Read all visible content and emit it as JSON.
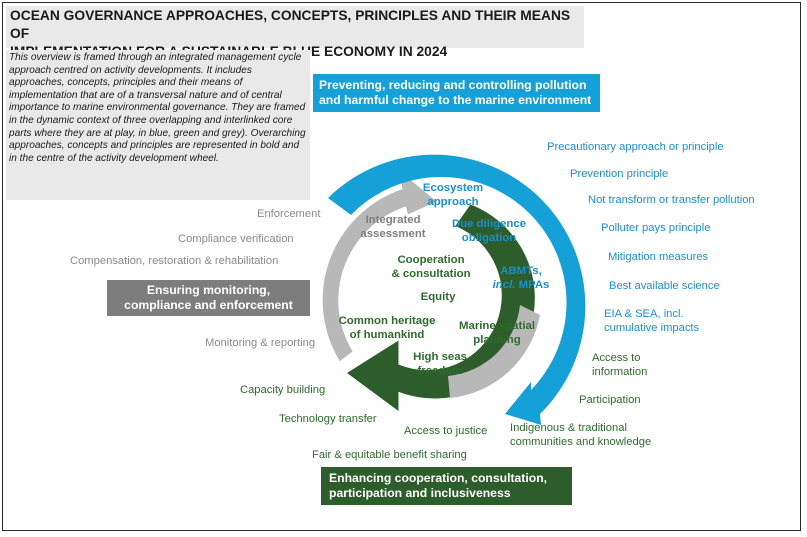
{
  "title": {
    "line1": "OCEAN GOVERNANCE APPROACHES, CONCEPTS, PRINCIPLES AND THEIR MEANS OF",
    "line2": "IMPLEMENTATION FOR A SUSTAINABLE BLUE ECONOMY IN 2024"
  },
  "intro": "This overview is framed through an integrated management cycle approach centred on activity developments. It includes approaches, concepts, principles and their means of implementation that are of a transversal nature and of central importance to marine environmental governance. They are framed in the dynamic context of three overlapping and interlinked core parts where they are at play, in blue, green and grey). Overarching approaches, concepts and principles are represented in bold and in the centre of the activity development wheel.",
  "banners": {
    "blue": "Preventing, reducing and controlling pollution and harmful change to the marine environment",
    "grey": "Ensuring monitoring, compliance and enforcement",
    "green": "Enhancing cooperation, consultation, participation and inclusiveness"
  },
  "colors": {
    "blue": "#16a0d8",
    "grey": "#b3b3b3",
    "green": "#2d5d2a"
  },
  "blue_items": [
    "Precautionary approach or principle",
    "Prevention principle",
    "Not transform or transfer pollution",
    "Polluter pays principle",
    "Mitigation measures",
    "Best available science",
    "EIA & SEA, incl.",
    "cumulative impacts",
    "Access to",
    "information",
    "Participation"
  ],
  "green_items": [
    "Indigenous & traditional",
    "communities and knowledge",
    "Access to justice",
    "Fair & equitable benefit sharing",
    "Technology transfer",
    "Capacity building"
  ],
  "grey_items": [
    "Enforcement",
    "Compliance verification",
    "Compensation, restoration & rehabilitation",
    "Monitoring & reporting"
  ],
  "inner": {
    "ecosystem": [
      "Ecosystem",
      "approach"
    ],
    "integrated": [
      "Integrated",
      "assessment"
    ],
    "due_diligence": [
      "Due diligence",
      "obligation"
    ],
    "cooperation": [
      "Cooperation",
      "& consultation"
    ],
    "abmts": [
      "ABMTs,",
      "incl.",
      "MPAs"
    ],
    "equity": "Equity",
    "heritage": [
      "Common heritage",
      "of humankind"
    ],
    "marine_spatial": [
      "Marine spatial",
      "planning"
    ],
    "high_seas": [
      "High seas",
      "freedom"
    ]
  }
}
